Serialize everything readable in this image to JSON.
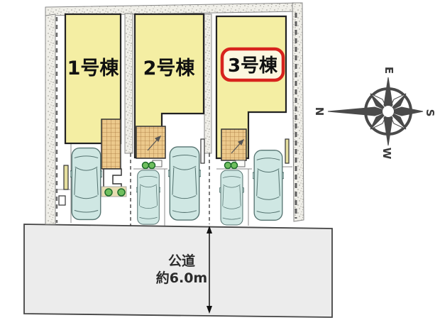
{
  "site_plan": {
    "units": [
      {
        "label": "1号棟",
        "highlighted": false
      },
      {
        "label": "2号棟",
        "highlighted": false
      },
      {
        "label": "3号棟",
        "highlighted": true
      }
    ],
    "road": {
      "name": "公道",
      "width": "約6.0m"
    },
    "compass": {
      "n": "N",
      "e": "E",
      "s": "S",
      "w": "W"
    }
  },
  "colors": {
    "building_fill": "#f4eea3",
    "terrace_fill": "#ecc98c",
    "car_fill": "#cfe7e3",
    "car_stroke": "#557370",
    "road_fill": "#ececec",
    "highlight_red": "#d7231d",
    "highlight_box_fill": "#fcf7e0",
    "plant_green": "#6fbf5e",
    "compass_gray": "#4a4a4a",
    "boundary_fill": "#f0efe9"
  }
}
